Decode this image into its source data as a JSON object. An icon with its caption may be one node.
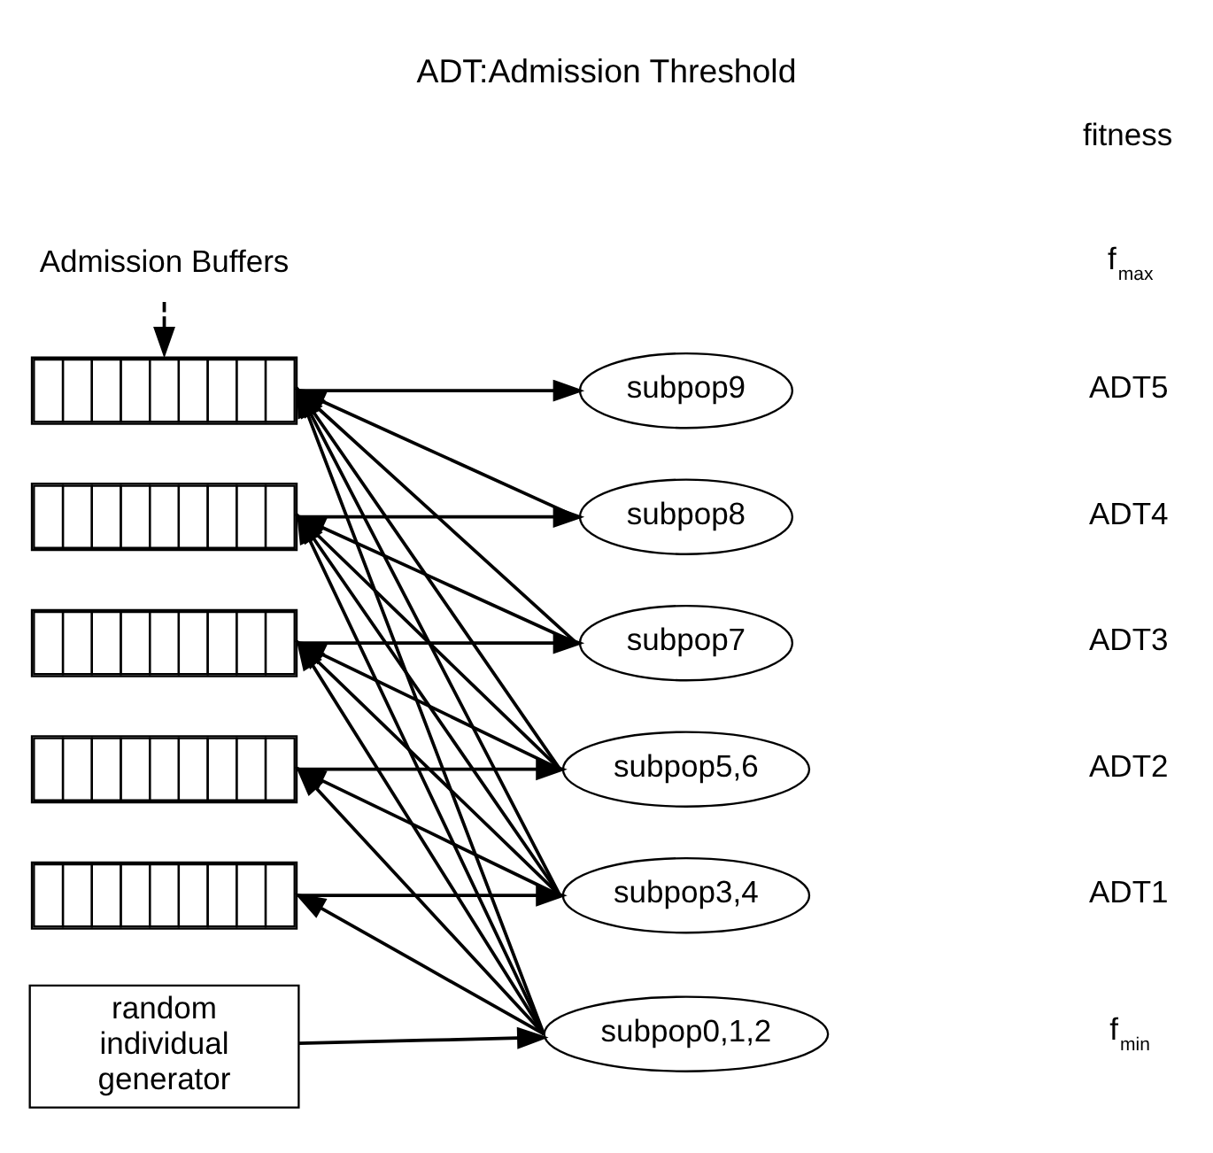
{
  "diagram": {
    "title": "ADT:Admission Threshold",
    "nodes": [
      {
        "text": [
          "Admission Buffers"
        ]
      },
      {
        "text": [],
        "shape": "box"
      },
      {
        "text": [
          "subpop9"
        ]
      },
      {
        "text": [],
        "shape": "box"
      },
      {
        "text": [
          "subpop8"
        ]
      },
      {
        "text": [],
        "shape": "box"
      },
      {
        "text": [
          "subpop7"
        ]
      },
      {
        "text": [],
        "shape": "box"
      },
      {
        "text": [
          "subpop5,6"
        ]
      },
      {
        "text": [],
        "shape": "box"
      },
      {
        "text": [
          "subpop3,4"
        ]
      },
      {
        "text": [
          "random individual generator"
        ]
      },
      {
        "text": [
          "subpop0,1,2"
        ]
      }
    ],
    "edges": [
      {
        "from": 0,
        "to": 1,
        "arrow": "to",
        "style": "dashed"
      },
      {
        "from": 1,
        "to": 2,
        "arrow": "to"
      },
      {
        "from": 3,
        "to": 4,
        "arrow": "to"
      },
      {
        "from": 5,
        "to": 6,
        "arrow": "to"
      },
      {
        "from": 7,
        "to": 8,
        "arrow": "to"
      },
      {
        "from": 9,
        "to": 10,
        "arrow": "to"
      },
      {
        "from": 11,
        "to": 12,
        "arrow": "to"
      },
      {
        "from": 4,
        "to": 1,
        "arrow": "to"
      },
      {
        "from": 6,
        "to": 1,
        "arrow": "to"
      },
      {
        "from": 6,
        "to": 3,
        "arrow": "to"
      },
      {
        "from": 8,
        "to": 1,
        "arrow": "to"
      },
      {
        "from": 8,
        "to": 3,
        "arrow": "to"
      },
      {
        "from": 8,
        "to": 5,
        "arrow": "to"
      },
      {
        "from": 10,
        "to": 1,
        "arrow": "to"
      },
      {
        "from": 10,
        "to": 3,
        "arrow": "to"
      },
      {
        "from": 10,
        "to": 5,
        "arrow": "to"
      },
      {
        "from": 10,
        "to": 7,
        "arrow": "to"
      },
      {
        "from": 12,
        "to": 1,
        "arrow": "to"
      },
      {
        "from": 12,
        "to": 3,
        "arrow": "to"
      },
      {
        "from": 12,
        "to": 5,
        "arrow": "to"
      },
      {
        "from": 12,
        "to": 7,
        "arrow": "to"
      },
      {
        "from": 12,
        "to": 9,
        "arrow": "to"
      }
    ],
    "labels": [
      "fitness",
      "f$_{max}$",
      "ADT5",
      "ADT4",
      "ADT3",
      "ADT2",
      "ADT1",
      "f$_{min}$"
    ]
  }
}
